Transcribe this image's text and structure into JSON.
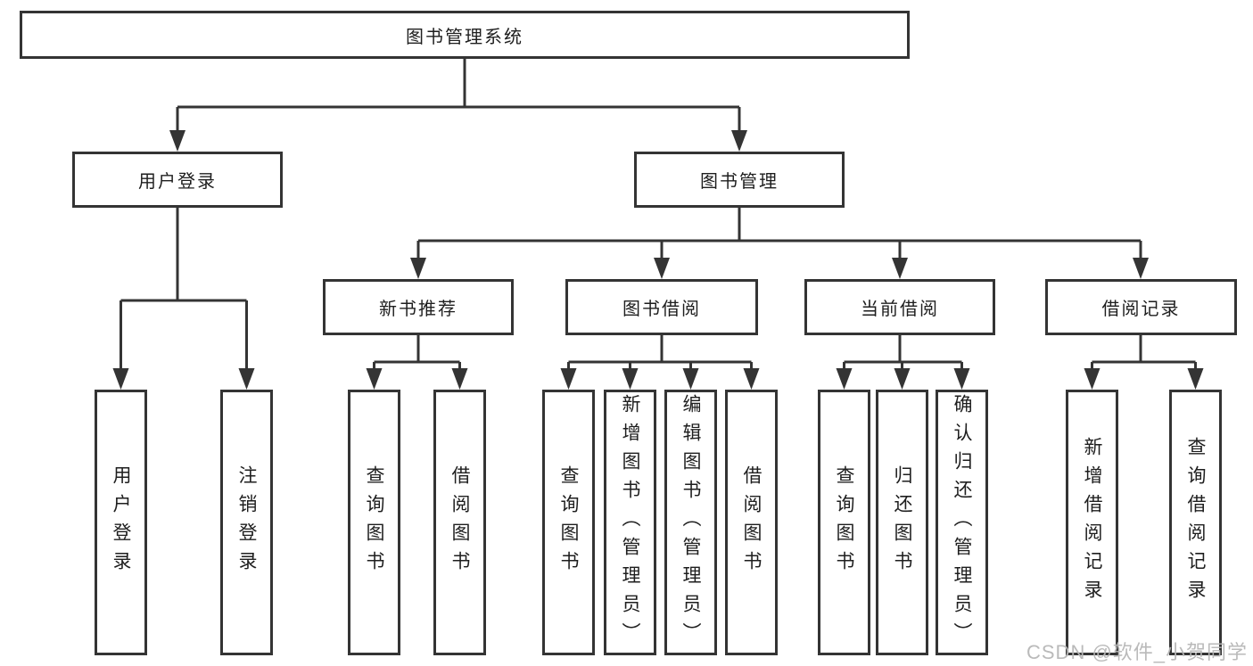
{
  "colors": {
    "line": "#343434",
    "box_border": "#343434",
    "box_background": "#ffffff",
    "text": "#1e1e1e",
    "watermark": "#b6b6b6"
  },
  "watermark": {
    "text": "CSDN @软件_小贺同学"
  },
  "tree": {
    "root": {
      "label": "图书管理系统"
    },
    "children": [
      {
        "label": "用户登录",
        "children": [
          {
            "label": "用户登录"
          },
          {
            "label": "注销登录"
          }
        ]
      },
      {
        "label": "图书管理",
        "children": [
          {
            "label": "新书推荐",
            "children": [
              {
                "label": "查询图书"
              },
              {
                "label": "借阅图书"
              }
            ]
          },
          {
            "label": "图书借阅",
            "children": [
              {
                "label": "查询图书"
              },
              {
                "label": "新增图书（管理员）"
              },
              {
                "label": "编辑图书（管理员）"
              },
              {
                "label": "借阅图书"
              }
            ]
          },
          {
            "label": "当前借阅",
            "children": [
              {
                "label": "查询图书"
              },
              {
                "label": "归还图书"
              },
              {
                "label": "确认归还（管理员）"
              }
            ]
          },
          {
            "label": "借阅记录",
            "children": [
              {
                "label": "新增借阅记录"
              },
              {
                "label": "查询借阅记录"
              }
            ]
          }
        ]
      }
    ]
  }
}
